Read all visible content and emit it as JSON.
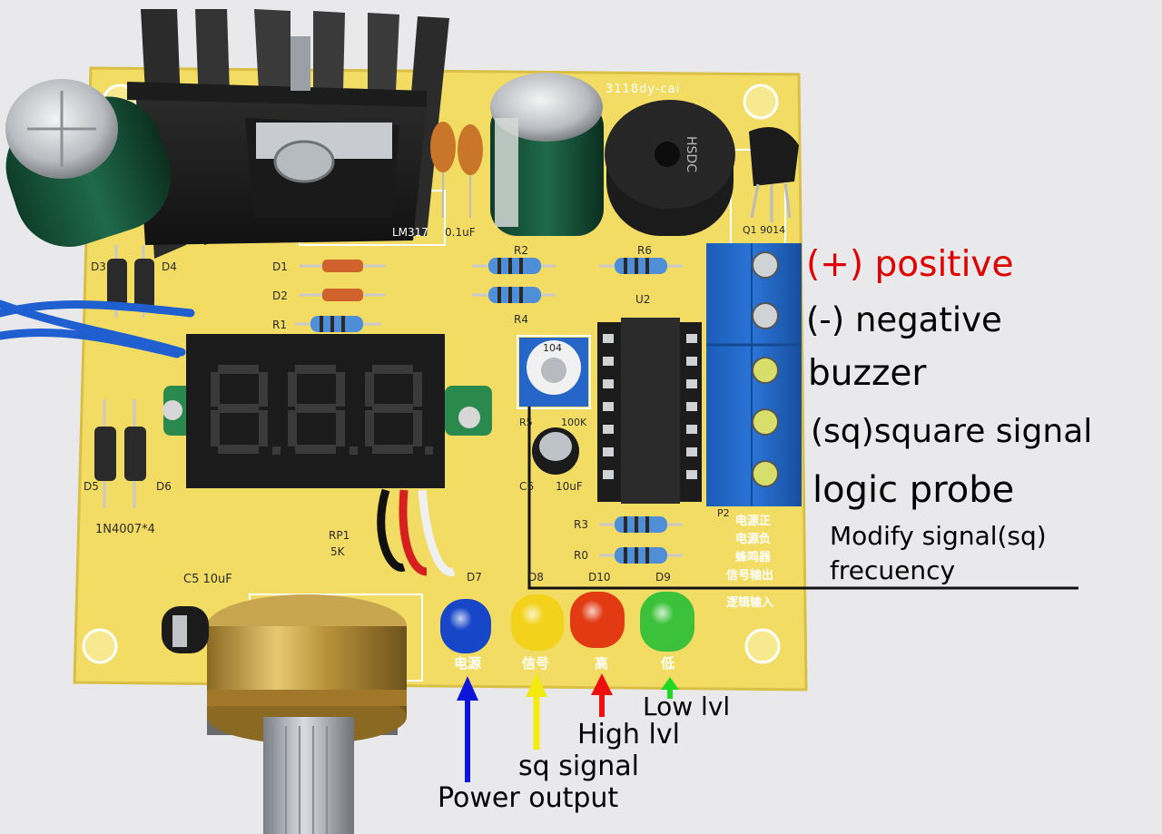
{
  "annotations": {
    "terminals": [
      "(+) positive",
      "(-) negative",
      "buzzer",
      "(sq)square signal",
      "logic probe"
    ],
    "modify_signal_line1": "Modify signal(sq)",
    "modify_signal_line2": "frecuency",
    "leds": [
      "Power output",
      "sq signal",
      "High lvl",
      "Low lvl"
    ]
  },
  "board_silkscreen": {
    "brand": "3118dy-cai",
    "regulator": "LM317",
    "cap_value": "0.1uF",
    "transistor": "Q1 9014",
    "diodes": [
      "D1",
      "D2",
      "D3",
      "D4",
      "D5",
      "D6"
    ],
    "resistors": [
      "R1",
      "R2",
      "R4",
      "R6",
      "R3",
      "R0"
    ],
    "ic": "U2",
    "trimmer": "R5",
    "trimmer_value": "100K",
    "trimmer_code": "104",
    "c6": "C6",
    "c6_value": "10uF",
    "bridge_note": "1N4007*4",
    "rp1": "RP1",
    "rp1_value": "5K",
    "c5": "C5 10uF",
    "led_refs": [
      "D7",
      "D8",
      "D10",
      "D9"
    ],
    "led_cn": [
      "电源",
      "信号",
      "高",
      "低"
    ],
    "terminal_cn": [
      "电源正",
      "电源负",
      "蜂鸣器",
      "信号输出",
      "逻辑输入"
    ],
    "buzzer_mark": "HSDC",
    "p2": "P2"
  },
  "colors": {
    "board": "#f2dc63",
    "terminal_block": "#1e66c8",
    "positive_label": "#e00000",
    "arrow_power": "#0b16d8",
    "arrow_sq": "#f3ea10",
    "arrow_high": "#ee1010",
    "arrow_low": "#22d822",
    "led_blue": "#1747c8",
    "led_yellow": "#f2d21a",
    "led_red": "#e23a12",
    "led_green": "#3cc23a"
  }
}
